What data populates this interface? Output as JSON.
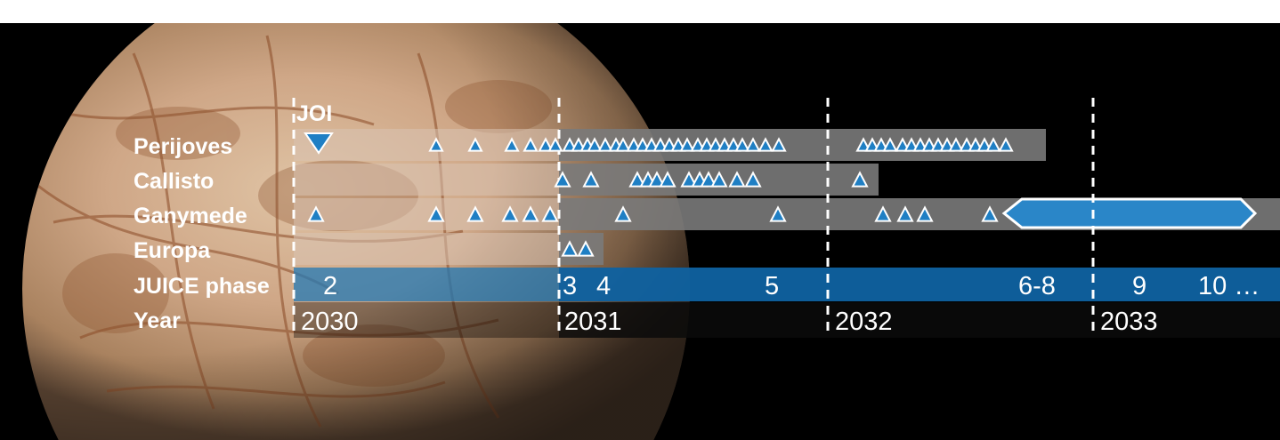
{
  "timeline": {
    "event_label": "JOI",
    "rows": [
      {
        "key": "perijoves",
        "label": "Perijoves"
      },
      {
        "key": "callisto",
        "label": "Callisto"
      },
      {
        "key": "ganymede",
        "label": "Ganymede"
      },
      {
        "key": "europa",
        "label": "Europa"
      },
      {
        "key": "phase",
        "label": "JUICE phase"
      },
      {
        "key": "year",
        "label": "Year"
      }
    ],
    "year_ticks": [
      "2030",
      "2031",
      "2032",
      "2033"
    ],
    "phase_labels": [
      "2",
      "3",
      "4",
      "5",
      "6-8",
      "9",
      "10 …"
    ]
  },
  "colors": {
    "space": "#000000",
    "phase_blue": "#2379b6",
    "grey_band": "#7a7a7a",
    "marker_blue": "#1f7fc4",
    "text": "#ffffff"
  }
}
